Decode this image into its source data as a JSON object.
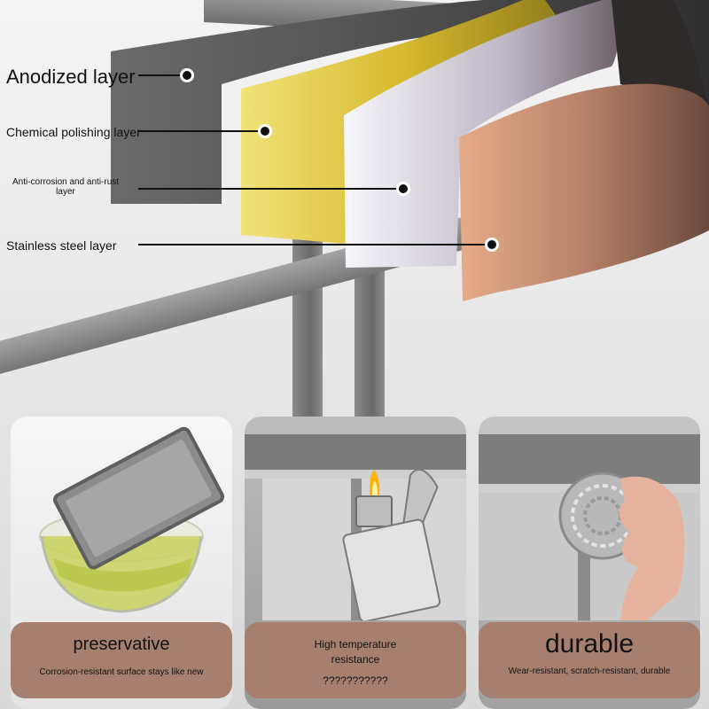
{
  "layers": [
    {
      "label": "Anodized layer",
      "color": "#5b5b5b"
    },
    {
      "label": "Chemical polishing layer",
      "color": "#e9d24a"
    },
    {
      "label": "Anti-corrosion and anti-rust",
      "label2": "layer",
      "color": "#e8e6ee"
    },
    {
      "label": "Stainless steel layer",
      "color": "#dca384"
    }
  ],
  "features": [
    {
      "title": "preservative",
      "subtitle": "Corrosion-resistant surface stays like new"
    },
    {
      "title": "High temperature",
      "title2": "resistance",
      "subtitle": "???????????"
    },
    {
      "title": "durable",
      "subtitle": "Wear-resistant, scratch-resistant, durable"
    }
  ],
  "colors": {
    "caption_bg": "#a67f6f",
    "text": "#111111"
  }
}
